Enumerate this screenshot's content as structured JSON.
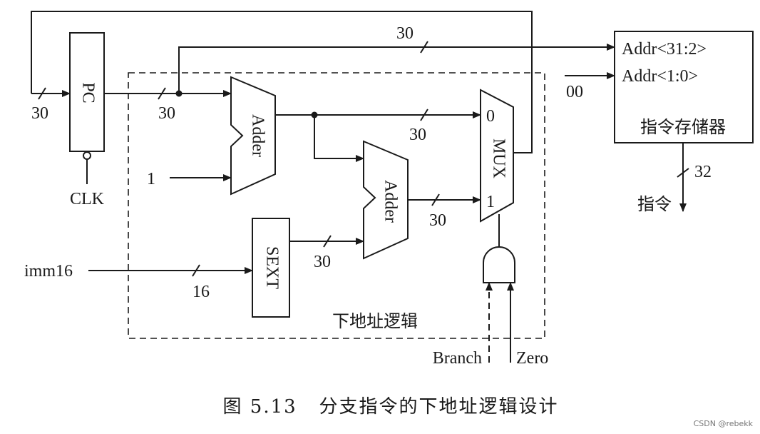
{
  "diagram": {
    "pc": "PC",
    "clk": "CLK",
    "adder1": "Adder",
    "adder2": "Adder",
    "mux": "MUX",
    "mux_in0": "0",
    "mux_in1": "1",
    "sext": "SEXT",
    "const_one": "1",
    "imm16": "imm16",
    "w_pc_in": "30",
    "w_pc_out": "30",
    "w_top": "30",
    "w_adder1_out": "30",
    "w_adder2_out": "30",
    "w_sext_out": "30",
    "w_imm": "16",
    "w_instr": "32",
    "addr_hi": "Addr<31:2>",
    "addr_lo": "Addr<1:0>",
    "zeros": "00",
    "imem": "指令存储器",
    "instr": "指令",
    "region": "下地址逻辑",
    "branch": "Branch",
    "zero": "Zero"
  },
  "caption": "图 5.13   分支指令的下地址逻辑设计",
  "watermark": "CSDN @rebekk"
}
